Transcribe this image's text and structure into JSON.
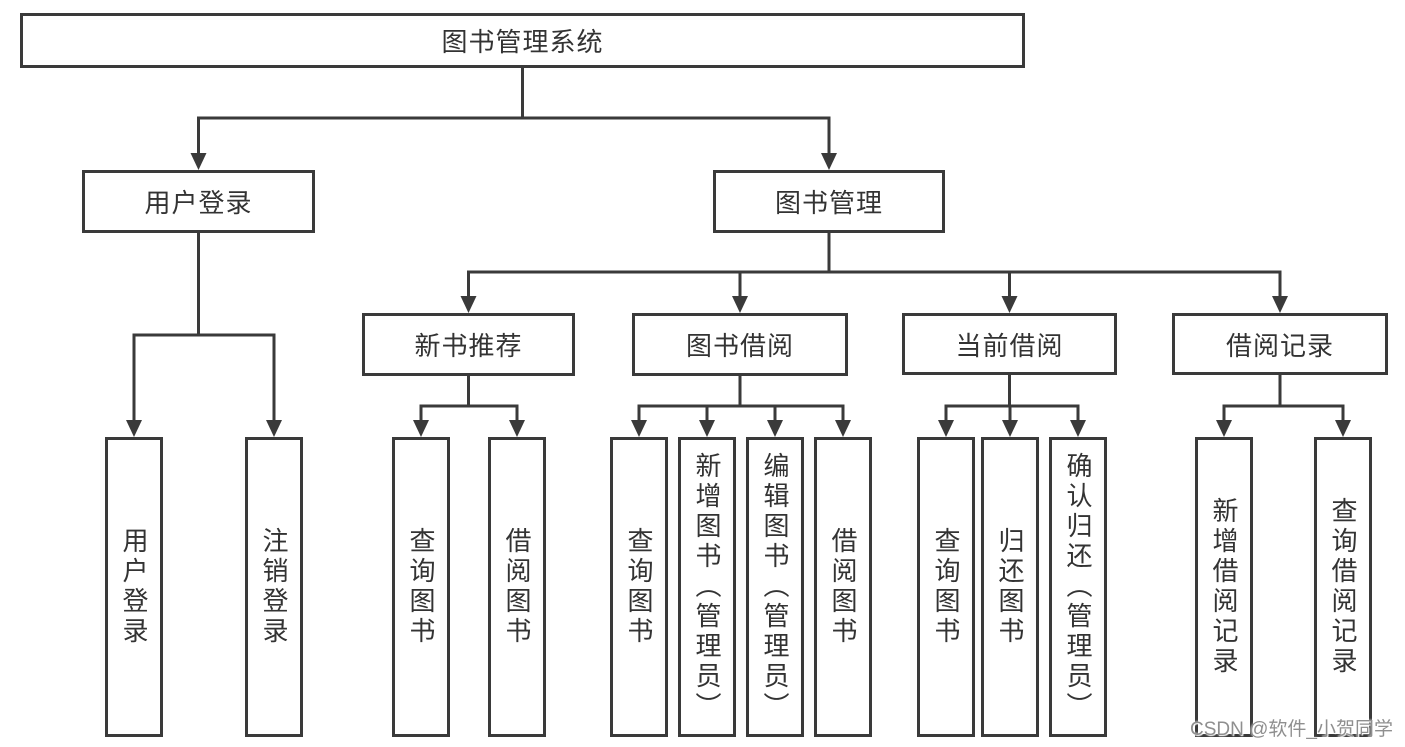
{
  "colors": {
    "line": "#3a3a3a",
    "text": "#333333",
    "box_background": "#ffffff",
    "page_background": "#ffffff",
    "watermark": "#8f8f8f"
  },
  "watermark": "CSDN @软件_小贺同学",
  "tree": {
    "root": {
      "label": "图书管理系统"
    },
    "children": [
      {
        "label": "用户登录",
        "children": [
          {
            "label": "用户登录"
          },
          {
            "label": "注销登录"
          }
        ]
      },
      {
        "label": "图书管理",
        "children": [
          {
            "label": "新书推荐",
            "children": [
              {
                "label": "查询图书"
              },
              {
                "label": "借阅图书"
              }
            ]
          },
          {
            "label": "图书借阅",
            "children": [
              {
                "label": "查询图书"
              },
              {
                "label": "新增图书（管理员）"
              },
              {
                "label": "编辑图书（管理员）"
              },
              {
                "label": "借阅图书"
              }
            ]
          },
          {
            "label": "当前借阅",
            "children": [
              {
                "label": "查询图书"
              },
              {
                "label": "归还图书"
              },
              {
                "label": "确认归还（管理员）"
              }
            ]
          },
          {
            "label": "借阅记录",
            "children": [
              {
                "label": "新增借阅记录"
              },
              {
                "label": "查询借阅记录"
              }
            ]
          }
        ]
      }
    ]
  }
}
